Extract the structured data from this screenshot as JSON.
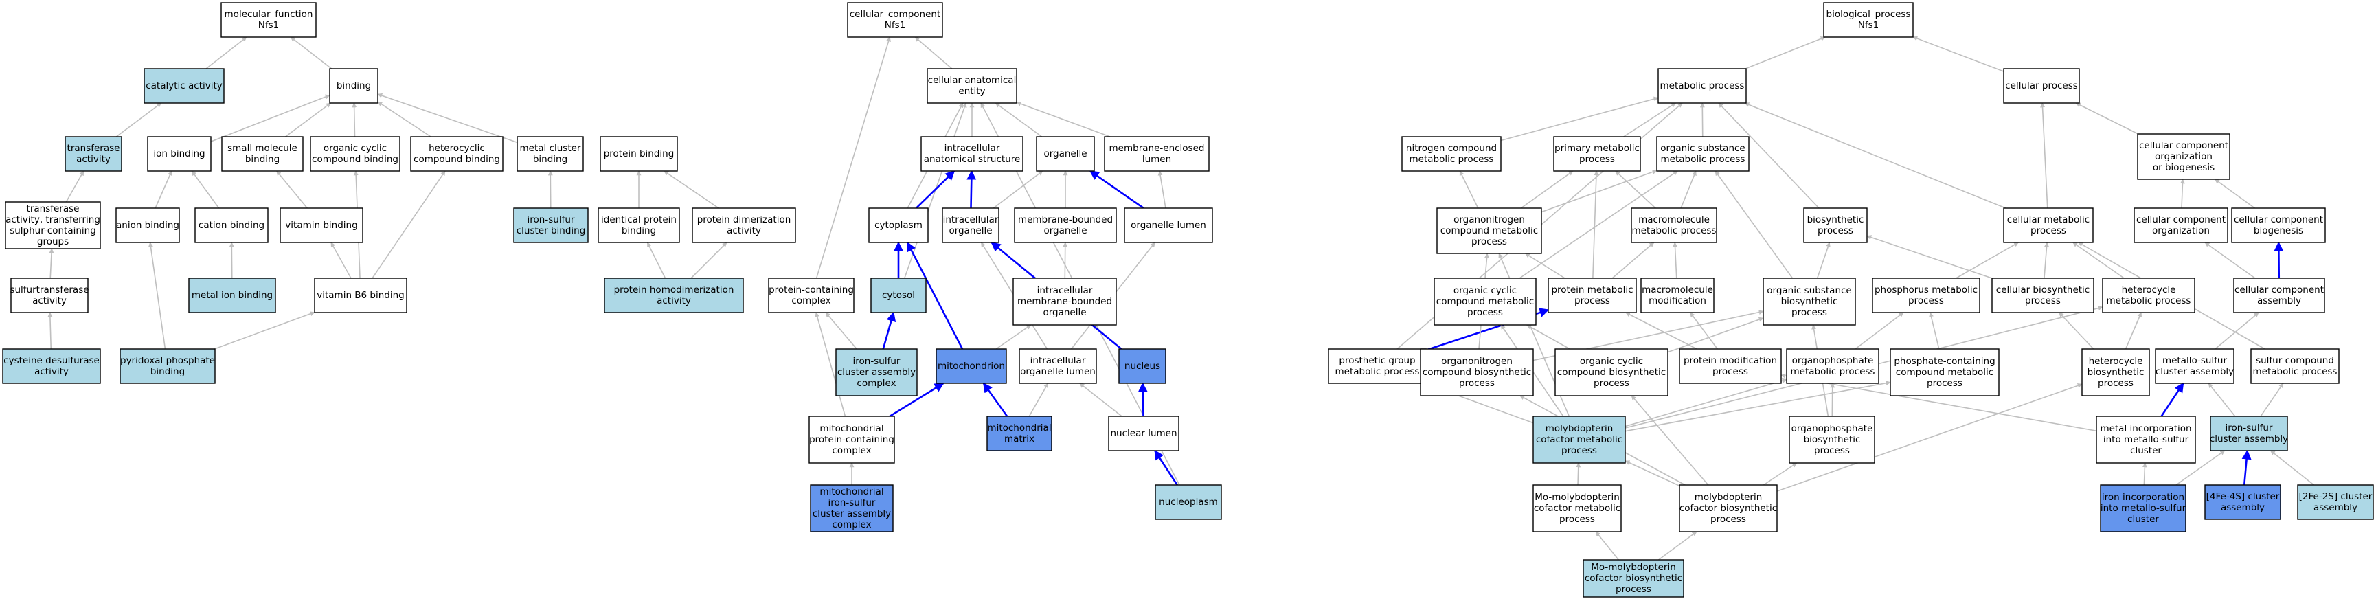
{
  "colors": {
    "white": "#ffffff",
    "light": "#add8e6",
    "mid": "#87ceeb",
    "dark": "#6495ed",
    "edge_gray": "#bfbfbf",
    "edge_blue": "#0000ff"
  },
  "nodes": [
    {
      "id": "mf",
      "lines": [
        "molecular_function",
        "Nfs1"
      ],
      "fill": "white"
    },
    {
      "id": "catalytic",
      "lines": [
        "catalytic activity"
      ],
      "fill": "light"
    },
    {
      "id": "binding",
      "lines": [
        "binding"
      ],
      "fill": "white"
    },
    {
      "id": "transferase",
      "lines": [
        "transferase",
        "activity"
      ],
      "fill": "light"
    },
    {
      "id": "ionbind",
      "lines": [
        "ion binding"
      ],
      "fill": "white"
    },
    {
      "id": "smallmol",
      "lines": [
        "small molecule",
        "binding"
      ],
      "fill": "white"
    },
    {
      "id": "orgcyc",
      "lines": [
        "organic cyclic",
        "compound binding"
      ],
      "fill": "white"
    },
    {
      "id": "hetcyc",
      "lines": [
        "heterocyclic",
        "compound binding"
      ],
      "fill": "white"
    },
    {
      "id": "metalcluster",
      "lines": [
        "metal cluster",
        "binding"
      ],
      "fill": "white"
    },
    {
      "id": "proteinbind",
      "lines": [
        "protein binding"
      ],
      "fill": "white"
    },
    {
      "id": "transsulf",
      "lines": [
        "transferase",
        "activity, transferring",
        "sulphur-containing",
        "groups"
      ],
      "fill": "white"
    },
    {
      "id": "anion",
      "lines": [
        "anion binding"
      ],
      "fill": "white"
    },
    {
      "id": "cation",
      "lines": [
        "cation binding"
      ],
      "fill": "white"
    },
    {
      "id": "vitamin",
      "lines": [
        "vitamin binding"
      ],
      "fill": "white"
    },
    {
      "id": "fesbind",
      "lines": [
        "iron-sulfur",
        "cluster binding"
      ],
      "fill": "light"
    },
    {
      "id": "identprot",
      "lines": [
        "identical protein",
        "binding"
      ],
      "fill": "white"
    },
    {
      "id": "protdimer",
      "lines": [
        "protein dimerization",
        "activity"
      ],
      "fill": "white"
    },
    {
      "id": "sulfurtrans",
      "lines": [
        "sulfurtransferase",
        "activity"
      ],
      "fill": "white"
    },
    {
      "id": "metalion",
      "lines": [
        "metal ion binding"
      ],
      "fill": "light"
    },
    {
      "id": "vitb6",
      "lines": [
        "vitamin B6 binding"
      ],
      "fill": "white"
    },
    {
      "id": "homodimer",
      "lines": [
        "protein homodimerization",
        "activity"
      ],
      "fill": "light"
    },
    {
      "id": "cysdesulf",
      "lines": [
        "cysteine desulfurase",
        "activity"
      ],
      "fill": "light"
    },
    {
      "id": "plp",
      "lines": [
        "pyridoxal phosphate",
        "binding"
      ],
      "fill": "light"
    },
    {
      "id": "cc",
      "lines": [
        "cellular_component",
        "Nfs1"
      ],
      "fill": "white"
    },
    {
      "id": "cae",
      "lines": [
        "cellular anatomical",
        "entity"
      ],
      "fill": "white"
    },
    {
      "id": "intracell",
      "lines": [
        "intracellular",
        "anatomical structure"
      ],
      "fill": "white"
    },
    {
      "id": "organelle",
      "lines": [
        "organelle"
      ],
      "fill": "white"
    },
    {
      "id": "memlumen",
      "lines": [
        "membrane-enclosed",
        "lumen"
      ],
      "fill": "white"
    },
    {
      "id": "cytoplasm",
      "lines": [
        "cytoplasm"
      ],
      "fill": "white"
    },
    {
      "id": "intraorg",
      "lines": [
        "intracellular",
        "organelle"
      ],
      "fill": "white"
    },
    {
      "id": "membound",
      "lines": [
        "membrane-bounded",
        "organelle"
      ],
      "fill": "white"
    },
    {
      "id": "orglumen",
      "lines": [
        "organelle lumen"
      ],
      "fill": "white"
    },
    {
      "id": "intramem",
      "lines": [
        "intracellular",
        "membrane-bounded",
        "organelle"
      ],
      "fill": "white"
    },
    {
      "id": "protcomplex",
      "lines": [
        "protein-containing",
        "complex"
      ],
      "fill": "white"
    },
    {
      "id": "cytosol",
      "lines": [
        "cytosol"
      ],
      "fill": "light"
    },
    {
      "id": "fesasm",
      "lines": [
        "iron-sulfur",
        "cluster assembly",
        "complex"
      ],
      "fill": "light"
    },
    {
      "id": "mito",
      "lines": [
        "mitochondrion"
      ],
      "fill": "dark"
    },
    {
      "id": "intraorglumen",
      "lines": [
        "intracellular",
        "organelle lumen"
      ],
      "fill": "white"
    },
    {
      "id": "nucleus",
      "lines": [
        "nucleus"
      ],
      "fill": "dark"
    },
    {
      "id": "mitoprot",
      "lines": [
        "mitochondrial",
        "protein-containing",
        "complex"
      ],
      "fill": "white"
    },
    {
      "id": "mitomatrix",
      "lines": [
        "mitochondrial",
        "matrix"
      ],
      "fill": "dark"
    },
    {
      "id": "nuclumen",
      "lines": [
        "nuclear lumen"
      ],
      "fill": "white"
    },
    {
      "id": "mitofes",
      "lines": [
        "mitochondrial",
        "iron-sulfur",
        "cluster assembly",
        "complex"
      ],
      "fill": "dark"
    },
    {
      "id": "nucleoplasm",
      "lines": [
        "nucleoplasm"
      ],
      "fill": "light"
    },
    {
      "id": "bp",
      "lines": [
        "biological_process",
        "Nfs1"
      ],
      "fill": "white"
    },
    {
      "id": "metab",
      "lines": [
        "metabolic process"
      ],
      "fill": "white"
    },
    {
      "id": "cellproc",
      "lines": [
        "cellular process"
      ],
      "fill": "white"
    },
    {
      "id": "nitro",
      "lines": [
        "nitrogen compound",
        "metabolic process"
      ],
      "fill": "white"
    },
    {
      "id": "primary",
      "lines": [
        "primary metabolic",
        "process"
      ],
      "fill": "white"
    },
    {
      "id": "orgsub",
      "lines": [
        "organic substance",
        "metabolic process"
      ],
      "fill": "white"
    },
    {
      "id": "ccorg",
      "lines": [
        "cellular component",
        "organization",
        "or biogenesis"
      ],
      "fill": "white"
    },
    {
      "id": "orgnitro",
      "lines": [
        "organonitrogen",
        "compound metabolic",
        "process"
      ],
      "fill": "white"
    },
    {
      "id": "macromol",
      "lines": [
        "macromolecule",
        "metabolic process"
      ],
      "fill": "white"
    },
    {
      "id": "biosyn",
      "lines": [
        "biosynthetic",
        "process"
      ],
      "fill": "white"
    },
    {
      "id": "cellmetab",
      "lines": [
        "cellular metabolic",
        "process"
      ],
      "fill": "white"
    },
    {
      "id": "ccorgn",
      "lines": [
        "cellular component",
        "organization"
      ],
      "fill": "white"
    },
    {
      "id": "ccbio",
      "lines": [
        "cellular component",
        "biogenesis"
      ],
      "fill": "white"
    },
    {
      "id": "orgcycmet",
      "lines": [
        "organic cyclic",
        "compound metabolic",
        "process"
      ],
      "fill": "white"
    },
    {
      "id": "protmet",
      "lines": [
        "protein metabolic",
        "process"
      ],
      "fill": "white"
    },
    {
      "id": "macromod",
      "lines": [
        "macromolecule",
        "modification"
      ],
      "fill": "white"
    },
    {
      "id": "orgsubbio",
      "lines": [
        "organic substance",
        "biosynthetic",
        "process"
      ],
      "fill": "white"
    },
    {
      "id": "phosmet",
      "lines": [
        "phosphorus metabolic",
        "process"
      ],
      "fill": "white"
    },
    {
      "id": "cellbio",
      "lines": [
        "cellular biosynthetic",
        "process"
      ],
      "fill": "white"
    },
    {
      "id": "hetmet",
      "lines": [
        "heterocycle",
        "metabolic process"
      ],
      "fill": "white"
    },
    {
      "id": "ccasm",
      "lines": [
        "cellular component",
        "assembly"
      ],
      "fill": "white"
    },
    {
      "id": "prosth",
      "lines": [
        "prosthetic group",
        "metabolic process"
      ],
      "fill": "white"
    },
    {
      "id": "orgnitrobio",
      "lines": [
        "organonitrogen",
        "compound biosynthetic",
        "process"
      ],
      "fill": "white"
    },
    {
      "id": "orgcycbio",
      "lines": [
        "organic cyclic",
        "compound biosynthetic",
        "process"
      ],
      "fill": "white"
    },
    {
      "id": "protmod",
      "lines": [
        "protein modification",
        "process"
      ],
      "fill": "white"
    },
    {
      "id": "orgphos",
      "lines": [
        "organophosphate",
        "metabolic process"
      ],
      "fill": "white"
    },
    {
      "id": "phoscont",
      "lines": [
        "phosphate-containing",
        "compound metabolic",
        "process"
      ],
      "fill": "white"
    },
    {
      "id": "hetbio",
      "lines": [
        "heterocycle",
        "biosynthetic",
        "process"
      ],
      "fill": "white"
    },
    {
      "id": "metsulfasm",
      "lines": [
        "metallo-sulfur",
        "cluster assembly"
      ],
      "fill": "white"
    },
    {
      "id": "sulfmet",
      "lines": [
        "sulfur compound",
        "metabolic process"
      ],
      "fill": "white"
    },
    {
      "id": "molybmet",
      "lines": [
        "molybdopterin",
        "cofactor metabolic",
        "process"
      ],
      "fill": "light"
    },
    {
      "id": "orgphosbio",
      "lines": [
        "organophosphate",
        "biosynthetic",
        "process"
      ],
      "fill": "white"
    },
    {
      "id": "metalinc",
      "lines": [
        "metal incorporation",
        "into metallo-sulfur",
        "cluster"
      ],
      "fill": "white"
    },
    {
      "id": "fesasmproc",
      "lines": [
        "iron-sulfur",
        "cluster assembly"
      ],
      "fill": "light"
    },
    {
      "id": "momolybmet",
      "lines": [
        "Mo-molybdopterin",
        "cofactor metabolic",
        "process"
      ],
      "fill": "white"
    },
    {
      "id": "molybbio",
      "lines": [
        "molybdopterin",
        "cofactor biosynthetic",
        "process"
      ],
      "fill": "white"
    },
    {
      "id": "ironinc",
      "lines": [
        "iron incorporation",
        "into metallo-sulfur",
        "cluster"
      ],
      "fill": "dark"
    },
    {
      "id": "fe4s",
      "lines": [
        "[4Fe-4S] cluster",
        "assembly"
      ],
      "fill": "dark"
    },
    {
      "id": "fe2s",
      "lines": [
        "[2Fe-2S] cluster",
        "assembly"
      ],
      "fill": "light"
    },
    {
      "id": "momolybbio",
      "lines": [
        "Mo-molybdopterin",
        "cofactor biosynthetic",
        "process"
      ],
      "fill": "light"
    }
  ],
  "edges": [
    [
      "catalytic",
      "mf",
      "gray"
    ],
    [
      "binding",
      "mf",
      "gray"
    ],
    [
      "transferase",
      "catalytic",
      "gray"
    ],
    [
      "ionbind",
      "binding",
      "gray"
    ],
    [
      "smallmol",
      "binding",
      "gray"
    ],
    [
      "orgcyc",
      "binding",
      "gray"
    ],
    [
      "hetcyc",
      "binding",
      "gray"
    ],
    [
      "metalcluster",
      "binding",
      "gray"
    ],
    [
      "transsulf",
      "transferase",
      "gray"
    ],
    [
      "anion",
      "ionbind",
      "gray"
    ],
    [
      "cation",
      "ionbind",
      "gray"
    ],
    [
      "vitamin",
      "smallmol",
      "gray"
    ],
    [
      "fesbind",
      "metalcluster",
      "gray"
    ],
    [
      "identprot",
      "proteinbind",
      "gray"
    ],
    [
      "protdimer",
      "proteinbind",
      "gray"
    ],
    [
      "sulfurtrans",
      "transsulf",
      "gray"
    ],
    [
      "metalion",
      "cation",
      "gray"
    ],
    [
      "vitb6",
      "vitamin",
      "gray"
    ],
    [
      "vitb6",
      "orgcyc",
      "gray"
    ],
    [
      "vitb6",
      "hetcyc",
      "gray"
    ],
    [
      "homodimer",
      "identprot",
      "gray"
    ],
    [
      "homodimer",
      "protdimer",
      "gray"
    ],
    [
      "cysdesulf",
      "sulfurtrans",
      "gray"
    ],
    [
      "plp",
      "anion",
      "gray"
    ],
    [
      "plp",
      "vitb6",
      "gray"
    ],
    [
      "cae",
      "cc",
      "gray"
    ],
    [
      "protcomplex",
      "cc",
      "gray"
    ],
    [
      "intracell",
      "cae",
      "gray"
    ],
    [
      "organelle",
      "cae",
      "gray"
    ],
    [
      "memlumen",
      "cae",
      "gray"
    ],
    [
      "cytoplasm",
      "cae",
      "gray"
    ],
    [
      "cytosol",
      "cae",
      "gray"
    ],
    [
      "nucleoplasm",
      "cae",
      "gray"
    ],
    [
      "cytoplasm",
      "intracell",
      "blue"
    ],
    [
      "intraorg",
      "intracell",
      "blue"
    ],
    [
      "intraorg",
      "organelle",
      "gray"
    ],
    [
      "membound",
      "organelle",
      "gray"
    ],
    [
      "orglumen",
      "organelle",
      "blue"
    ],
    [
      "orglumen",
      "memlumen",
      "gray"
    ],
    [
      "cytosol",
      "cytoplasm",
      "blue"
    ],
    [
      "mito",
      "cytoplasm",
      "blue"
    ],
    [
      "intramem",
      "intraorg",
      "gray"
    ],
    [
      "intramem",
      "membound",
      "gray"
    ],
    [
      "mito",
      "intramem",
      "gray"
    ],
    [
      "nucleus",
      "intramem",
      "gray"
    ],
    [
      "intraorglumen",
      "intraorg",
      "gray"
    ],
    [
      "intraorglumen",
      "orglumen",
      "gray"
    ],
    [
      "fesasm",
      "cytosol",
      "blue"
    ],
    [
      "fesasm",
      "protcomplex",
      "gray"
    ],
    [
      "mitoprot",
      "protcomplex",
      "gray"
    ],
    [
      "mitoprot",
      "mito",
      "blue"
    ],
    [
      "mitomatrix",
      "mito",
      "blue"
    ],
    [
      "mitomatrix",
      "intraorglumen",
      "gray"
    ],
    [
      "nucleus",
      "intraorg",
      "blue"
    ],
    [
      "nuclumen",
      "intraorglumen",
      "gray"
    ],
    [
      "nuclumen",
      "nucleus",
      "blue"
    ],
    [
      "mitofes",
      "mitoprot",
      "gray"
    ],
    [
      "nucleoplasm",
      "nuclumen",
      "blue"
    ],
    [
      "metab",
      "bp",
      "gray"
    ],
    [
      "cellproc",
      "bp",
      "gray"
    ],
    [
      "nitro",
      "metab",
      "gray"
    ],
    [
      "primary",
      "metab",
      "gray"
    ],
    [
      "orgsub",
      "metab",
      "gray"
    ],
    [
      "biosyn",
      "metab",
      "gray"
    ],
    [
      "cellmetab",
      "metab",
      "gray"
    ],
    [
      "prosth",
      "metab",
      "gray"
    ],
    [
      "ccorg",
      "cellproc",
      "gray"
    ],
    [
      "cellmetab",
      "cellproc",
      "gray"
    ],
    [
      "orgnitro",
      "nitro",
      "gray"
    ],
    [
      "orgnitro",
      "primary",
      "gray"
    ],
    [
      "orgnitro",
      "orgsub",
      "gray"
    ],
    [
      "macromol",
      "primary",
      "gray"
    ],
    [
      "macromol",
      "orgsub",
      "gray"
    ],
    [
      "orgcycmet",
      "orgsub",
      "gray"
    ],
    [
      "protmet",
      "primary",
      "gray"
    ],
    [
      "protmet",
      "macromol",
      "gray"
    ],
    [
      "protmet",
      "orgnitro",
      "gray"
    ],
    [
      "macromod",
      "macromol",
      "gray"
    ],
    [
      "orgsubbio",
      "orgsub",
      "gray"
    ],
    [
      "orgsubbio",
      "biosyn",
      "gray"
    ],
    [
      "ccorgn",
      "ccorg",
      "gray"
    ],
    [
      "ccbio",
      "ccorg",
      "gray"
    ],
    [
      "cellbio",
      "biosyn",
      "gray"
    ],
    [
      "cellbio",
      "cellmetab",
      "gray"
    ],
    [
      "phosmet",
      "cellmetab",
      "gray"
    ],
    [
      "hetmet",
      "cellmetab",
      "gray"
    ],
    [
      "ccasm",
      "ccorgn",
      "gray"
    ],
    [
      "ccasm",
      "ccbio",
      "blue"
    ],
    [
      "prosth",
      "protmet",
      "blue"
    ],
    [
      "orgnitrobio",
      "orgnitro",
      "gray"
    ],
    [
      "orgnitrobio",
      "orgsubbio",
      "gray"
    ],
    [
      "orgcycbio",
      "orgcycmet",
      "gray"
    ],
    [
      "orgcycbio",
      "orgsubbio",
      "gray"
    ],
    [
      "protmod",
      "protmet",
      "gray"
    ],
    [
      "protmod",
      "macromod",
      "gray"
    ],
    [
      "orgphos",
      "phosmet",
      "gray"
    ],
    [
      "phoscont",
      "phosmet",
      "gray"
    ],
    [
      "hetbio",
      "hetmet",
      "gray"
    ],
    [
      "hetbio",
      "cellbio",
      "gray"
    ],
    [
      "metsulfasm",
      "ccasm",
      "gray"
    ],
    [
      "sulfmet",
      "cellmetab",
      "gray"
    ],
    [
      "molybmet",
      "orgnitro",
      "gray"
    ],
    [
      "molybmet",
      "orgcycmet",
      "gray"
    ],
    [
      "molybmet",
      "prosth",
      "gray"
    ],
    [
      "molybmet",
      "orgphos",
      "gray"
    ],
    [
      "molybmet",
      "phoscont",
      "gray"
    ],
    [
      "molybmet",
      "hetmet",
      "gray"
    ],
    [
      "orgphosbio",
      "orgphos",
      "gray"
    ],
    [
      "orgphosbio",
      "orgsubbio",
      "gray"
    ],
    [
      "metalinc",
      "metsulfasm",
      "blue"
    ],
    [
      "metalinc",
      "protmod",
      "gray"
    ],
    [
      "fesasmproc",
      "metsulfasm",
      "gray"
    ],
    [
      "fesasmproc",
      "sulfmet",
      "gray"
    ],
    [
      "momolybmet",
      "molybmet",
      "gray"
    ],
    [
      "molybbio",
      "molybmet",
      "gray"
    ],
    [
      "molybbio",
      "orgphosbio",
      "gray"
    ],
    [
      "molybbio",
      "orgnitrobio",
      "gray"
    ],
    [
      "molybbio",
      "orgcycbio",
      "gray"
    ],
    [
      "molybbio",
      "hetbio",
      "gray"
    ],
    [
      "ironinc",
      "metalinc",
      "gray"
    ],
    [
      "ironinc",
      "fesasmproc",
      "gray"
    ],
    [
      "fe4s",
      "fesasmproc",
      "blue"
    ],
    [
      "fe2s",
      "fesasmproc",
      "gray"
    ],
    [
      "momolybbio",
      "momolybmet",
      "gray"
    ],
    [
      "momolybbio",
      "molybbio",
      "gray"
    ]
  ]
}
